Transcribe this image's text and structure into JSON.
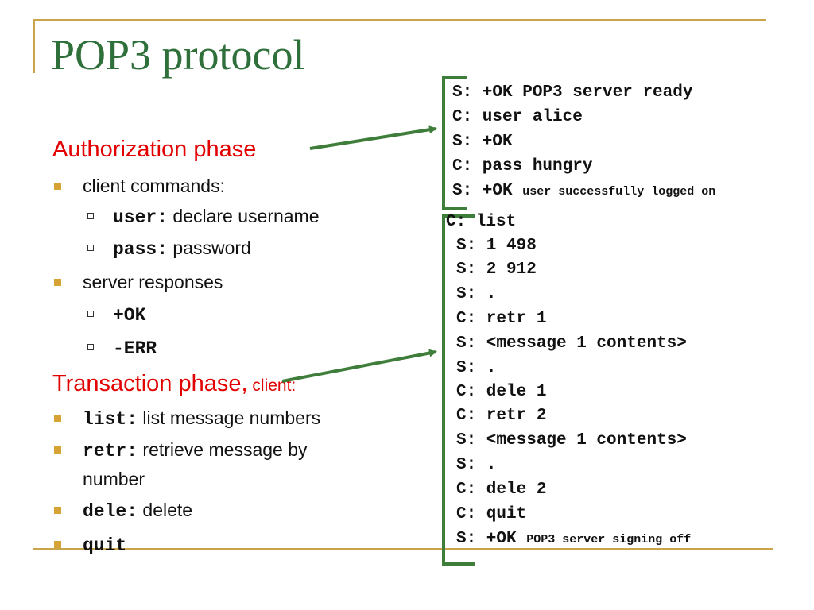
{
  "slide": {
    "title": "POP3 protocol",
    "authorization_phase": "Authorization phase",
    "client_commands": "client commands:",
    "user_cmd": "user:",
    "user_desc": " declare username",
    "pass_cmd": "pass:",
    "pass_desc": " password",
    "server_responses": "server responses",
    "ok": "+OK",
    "err": "-ERR",
    "transaction_phase": "Transaction phase,",
    "transaction_client": " client:",
    "list_cmd": "list:",
    "list_desc": " list message numbers",
    "retr_cmd": "retr:",
    "retr_desc1": " retrieve message by",
    "retr_desc2": "number",
    "dele_cmd": "dele:",
    "dele_desc": " delete",
    "quit_cmd": "quit"
  },
  "session_auth": [
    {
      "main": "S: +OK POP3 server ready",
      "note": ""
    },
    {
      "main": "C: user alice",
      "note": ""
    },
    {
      "main": "S: +OK",
      "note": ""
    },
    {
      "main": "C: pass hungry",
      "note": ""
    },
    {
      "main": "S: +OK ",
      "note": "user successfully logged on"
    }
  ],
  "session_transaction": [
    {
      "main": "C: list",
      "note": ""
    },
    {
      "main": "S: 1 498",
      "note": ""
    },
    {
      "main": "S: 2 912",
      "note": ""
    },
    {
      "main": "S: .",
      "note": ""
    },
    {
      "main": "C: retr 1",
      "note": ""
    },
    {
      "main": "S: <message 1 contents>",
      "note": ""
    },
    {
      "main": "S: .",
      "note": ""
    },
    {
      "main": "C: dele 1",
      "note": ""
    },
    {
      "main": "C: retr 2",
      "note": ""
    },
    {
      "main": "S: <message 1 contents>",
      "note": ""
    },
    {
      "main": "S: .",
      "note": ""
    },
    {
      "main": "C: dele 2",
      "note": ""
    },
    {
      "main": "C: quit",
      "note": ""
    },
    {
      "main": "S: +OK ",
      "note": "POP3 server signing off"
    }
  ],
  "colors": {
    "title": "#2e6f3a",
    "phase_heading": "#e20000",
    "bracket_and_arrows": "#3f7d3a",
    "frame_lines": "#c9a44a",
    "bullet": "#d6a436"
  }
}
